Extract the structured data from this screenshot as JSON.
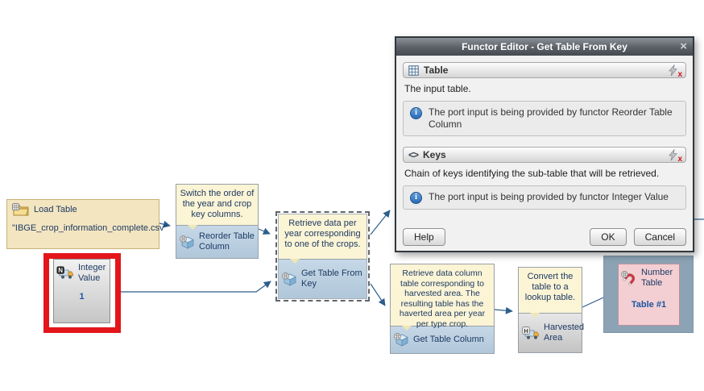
{
  "dialog": {
    "title": "Functor Editor - Get Table From Key",
    "close_glyph": "×",
    "sections": [
      {
        "label": "Table",
        "icon": "table-grid-icon",
        "description": "The input table.",
        "info": "The port input is being provided by functor Reorder Table Column"
      },
      {
        "label": "Keys",
        "icon": "angle-brackets-icon",
        "icon_glyph": "<>",
        "description": "Chain of keys identifying the sub-table that will be retrieved.",
        "info": "The port input is being provided by functor Integer Value"
      }
    ],
    "disconnect_x_glyph": "x",
    "buttons": {
      "help": "Help",
      "ok": "OK",
      "cancel": "Cancel"
    }
  },
  "nodes": {
    "load_table": {
      "title": "Load Table",
      "value": "\"IBGE_crop_information_complete.csv\""
    },
    "integer_value": {
      "title": "Integer Value",
      "value": "1"
    },
    "reorder_table_column": {
      "note": "Switch the order of the year and crop key columns.",
      "title": "Reorder Table Column"
    },
    "get_table_from_key": {
      "note": "Retrieve data per year corresponding to one of the crops.",
      "title": "Get Table From Key"
    },
    "get_table_column": {
      "note": "Retrieve data column table corresponding to harvested area. The resulting table has the haverted area per year per type crop.",
      "title": "Get Table Column"
    },
    "harvested_area": {
      "note": "Convert the table to a lookup table.",
      "title": "Harvested Area"
    },
    "number_table": {
      "title": "Number Table",
      "value": "Table #1"
    }
  },
  "colors": {
    "note_yellow": "#fbf4d5",
    "functor_blue": "#b9cede",
    "highlight_red": "#e3161b",
    "panel_slate": "#8ca3b5",
    "node_pink": "#f3cfd3",
    "edge_blue": "#2d5e8c",
    "text_navy": "#1e3a63",
    "titlebar_gray": "#5a6066"
  }
}
